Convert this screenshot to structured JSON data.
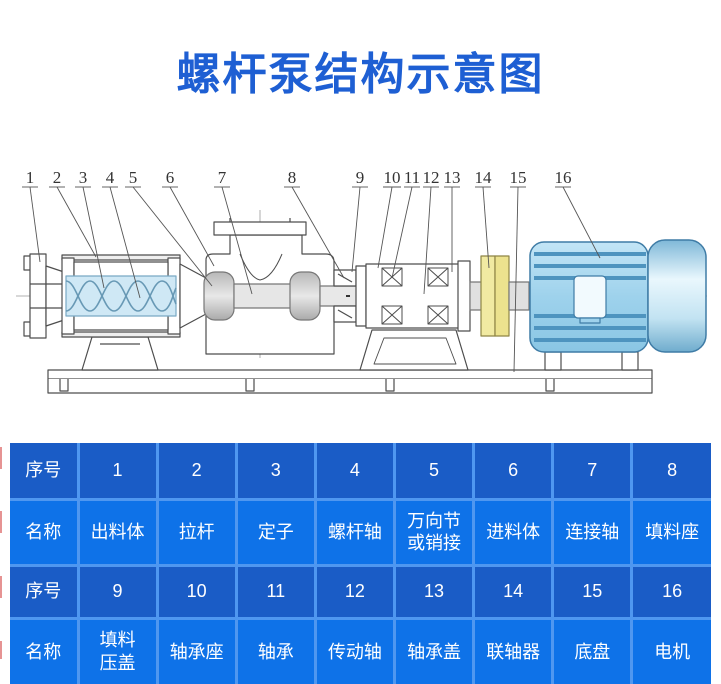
{
  "title": {
    "text": "螺杆泵结构示意图",
    "color": "#1e5fd3"
  },
  "diagram": {
    "description": "cross-section schematic of a single screw pump with numbered part callouts",
    "labels": [
      {
        "n": "1"
      },
      {
        "n": "2"
      },
      {
        "n": "3"
      },
      {
        "n": "4"
      },
      {
        "n": "5"
      },
      {
        "n": "6"
      },
      {
        "n": "7"
      },
      {
        "n": "8"
      },
      {
        "n": "9"
      },
      {
        "n": "10"
      },
      {
        "n": "11"
      },
      {
        "n": "12"
      },
      {
        "n": "13"
      },
      {
        "n": "14"
      },
      {
        "n": "15"
      },
      {
        "n": "16"
      }
    ],
    "colors": {
      "line": "#4d4d4d",
      "screw_fill": "#cfe8f5",
      "screw_stroke": "#6899b5",
      "joint_fill": "#cfcfcf",
      "coupling_fill": "#f1eaa2",
      "motor_fill": "#a9d9f0",
      "motor_stripe": "#4e94bf",
      "motor_stroke": "#3f7ca6"
    }
  },
  "table": {
    "rows": [
      {
        "header": "序号",
        "cells": [
          "1",
          "2",
          "3",
          "4",
          "5",
          "6",
          "7",
          "8"
        ]
      },
      {
        "header": "名称",
        "cells": [
          "出料体",
          "拉杆",
          "定子",
          "螺杆轴",
          "万向节\n或销接",
          "进料体",
          "连接轴",
          "填料座"
        ]
      },
      {
        "header": "序号",
        "cells": [
          "9",
          "10",
          "11",
          "12",
          "13",
          "14",
          "15",
          "16"
        ]
      },
      {
        "header": "名称",
        "cells": [
          "填料\n压盖",
          "轴承座",
          "轴承",
          "传动轴",
          "轴承盖",
          "联轴器",
          "底盘",
          "电机"
        ]
      }
    ],
    "colors": {
      "index_row_bg": "#1a5cc6",
      "name_row_bg": "#0e72e8",
      "divider": "#4f97f0",
      "text": "#ffffff"
    }
  }
}
